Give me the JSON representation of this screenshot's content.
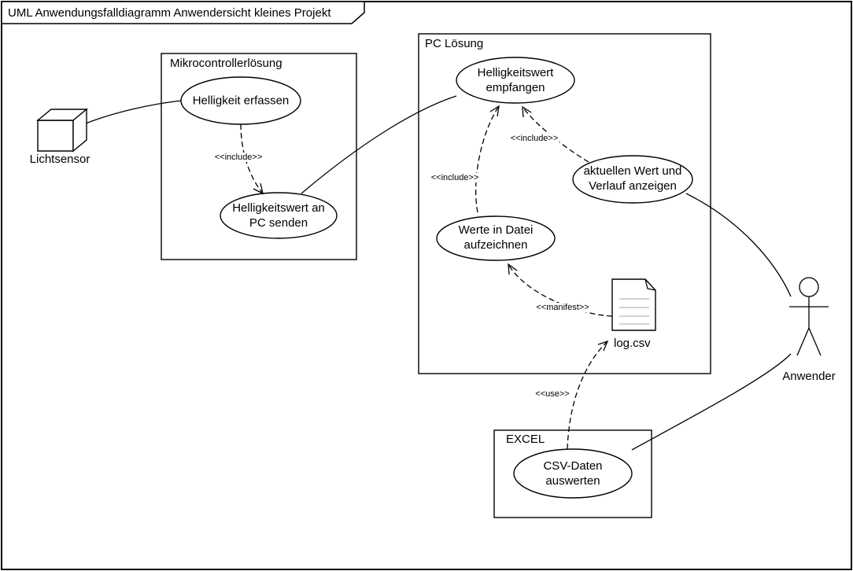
{
  "frame": {
    "title": "UML Anwendungsfalldiagramm Anwendersicht kleines Projekt"
  },
  "packages": {
    "mikrocontroller": {
      "label": "Mikrocontrollerlösung"
    },
    "pc_loesung": {
      "label": "PC Lösung"
    },
    "excel": {
      "label": "EXCEL"
    }
  },
  "nodes": {
    "lichtsensor": {
      "shape": "cube-node",
      "label": "Lichtsensor"
    },
    "anwender": {
      "shape": "stick-figure-actor",
      "label": "Anwender"
    },
    "log_csv": {
      "shape": "document-artifact",
      "label": "log.csv"
    }
  },
  "use_cases": {
    "helligkeit_erfassen": {
      "package": "Mikrocontrollerlösung",
      "lines": [
        "Helligkeit erfassen"
      ]
    },
    "helligkeitswert_an_pc_senden": {
      "package": "Mikrocontrollerlösung",
      "lines": [
        "Helligkeitswert an",
        "PC senden"
      ]
    },
    "helligkeitswert_empfangen": {
      "package": "PC Lösung",
      "lines": [
        "Helligkeitswert",
        "empfangen"
      ]
    },
    "aktuellen_wert_verlauf_anzeigen": {
      "package": "PC Lösung",
      "lines": [
        "aktuellen Wert und",
        "Verlauf anzeigen"
      ]
    },
    "werte_in_datei_aufzeichnen": {
      "package": "PC Lösung",
      "lines": [
        "Werte in Datei",
        "aufzeichnen"
      ]
    },
    "csv_daten_auswerten": {
      "package": "EXCEL",
      "lines": [
        "CSV-Daten",
        "auswerten"
      ]
    }
  },
  "edges": {
    "include_erfassen_senden": {
      "stereotype": "<<include>>",
      "from": "Helligkeit erfassen",
      "to": "Helligkeitswert an PC senden",
      "style": "dashed-arrow"
    },
    "include_aufzeichnen_empfangen": {
      "stereotype": "<<include>>",
      "from": "Werte in Datei aufzeichnen",
      "to": "Helligkeitswert empfangen",
      "style": "dashed-arrow"
    },
    "include_anzeigen_empfangen": {
      "stereotype": "<<include>>",
      "from": "aktuellen Wert und Verlauf anzeigen",
      "to": "Helligkeitswert empfangen",
      "style": "dashed-arrow"
    },
    "manifest_logcsv_aufzeichnen": {
      "stereotype": "<<manifest>>",
      "from": "log.csv",
      "to": "Werte in Datei aufzeichnen",
      "style": "dashed-arrow"
    },
    "use_auswerten_logcsv": {
      "stereotype": "<<use>>",
      "from": "CSV-Daten auswerten",
      "to": "log.csv",
      "style": "dashed-arrow"
    },
    "assoc_lichtsensor_erfassen": {
      "stereotype": "",
      "from": "Lichtsensor",
      "to": "Helligkeit erfassen",
      "style": "solid"
    },
    "assoc_senden_empfangen": {
      "stereotype": "",
      "from": "Helligkeitswert an PC senden",
      "to": "Helligkeitswert empfangen",
      "style": "solid"
    },
    "assoc_anzeigen_anwender": {
      "stereotype": "",
      "from": "aktuellen Wert und Verlauf anzeigen",
      "to": "Anwender",
      "style": "solid"
    },
    "assoc_anwender_auswerten": {
      "stereotype": "",
      "from": "Anwender",
      "to": "CSV-Daten auswerten",
      "style": "solid"
    }
  },
  "colors": {
    "stroke": "#000000",
    "background": "#ffffff",
    "document_lines": "#c4c4c4"
  }
}
